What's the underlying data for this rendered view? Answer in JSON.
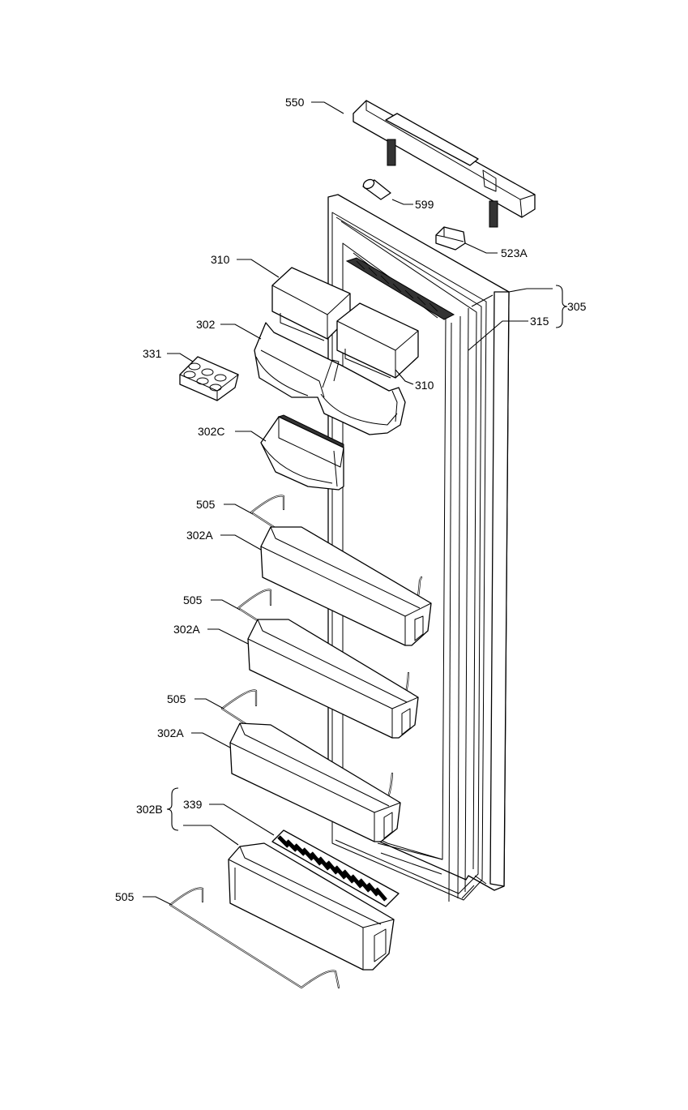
{
  "labels": {
    "p550": "550",
    "p599": "599",
    "p523a": "523A",
    "p310_top": "310",
    "p305": "305",
    "p315": "315",
    "p302": "302",
    "p331": "331",
    "p310_bottom": "310",
    "p302c": "302C",
    "p505_1": "505",
    "p302a_1": "302A",
    "p505_2": "505",
    "p302a_2": "302A",
    "p505_3": "505",
    "p302a_3": "302A",
    "p302b": "302B",
    "p339": "339",
    "p505_4": "505"
  },
  "icons": {
    "bracket_305": "right-curly-brace",
    "bracket_302b": "left-curly-brace"
  }
}
